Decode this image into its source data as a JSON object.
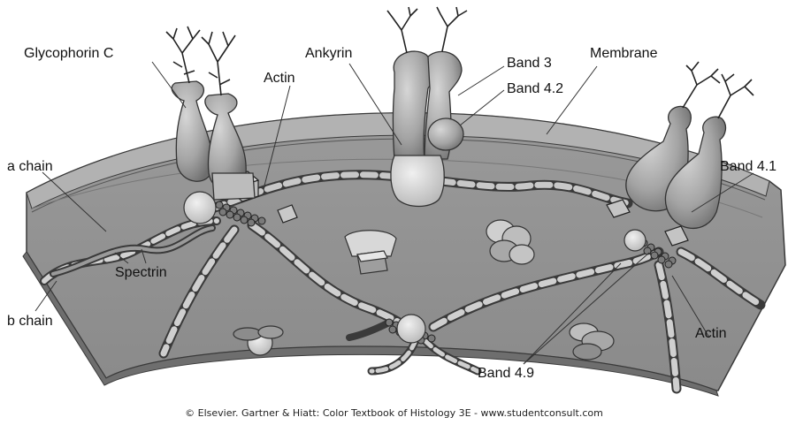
{
  "labels": {
    "glycophorin_c": "Glycophorin C",
    "ankyrin": "Ankyrin",
    "band3": "Band 3",
    "band42": "Band 4.2",
    "membrane": "Membrane",
    "actin_top": "Actin",
    "a_chain": "a chain",
    "band41": "Band 4.1",
    "spectrin": "Spectrin",
    "b_chain": "b chain",
    "actin_right": "Actin",
    "band49": "Band 4.9"
  },
  "credit": "© Elsevier. Gartner & Hiatt: Color Textbook of Histology 3E - www.studentconsult.com"
}
